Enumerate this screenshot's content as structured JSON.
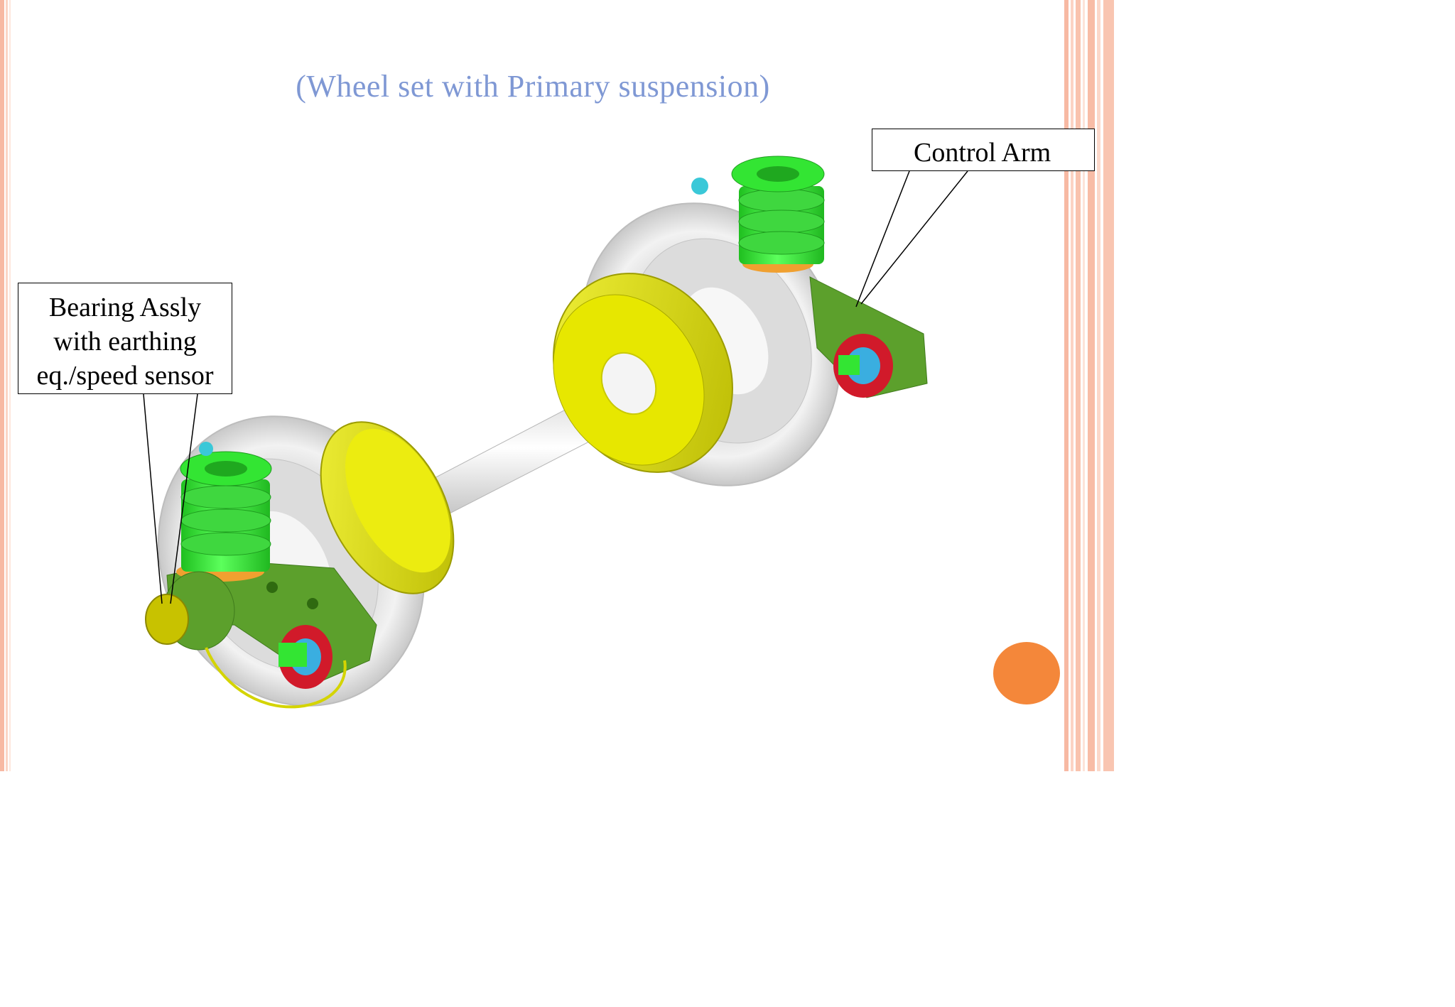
{
  "slide": {
    "title": "(Wheel set with Primary suspension)"
  },
  "callouts": {
    "bearing": {
      "lines": [
        "Bearing Assly",
        "with earthing",
        "eq./speed sensor"
      ]
    },
    "control_arm": {
      "label": "Control Arm"
    }
  },
  "colors": {
    "title": "#7f98d4",
    "spring": "#33e533",
    "arm": "#5ca02c",
    "brake_disc": "#e3e300",
    "wheel": "#e4e4e4",
    "axle": "#f0f0f0",
    "bearing_seal": "#d11a2a",
    "axle_box_cap": "#c8c200",
    "accent_dot": "#f4873a",
    "border_salmon": "#f7b9a3"
  }
}
